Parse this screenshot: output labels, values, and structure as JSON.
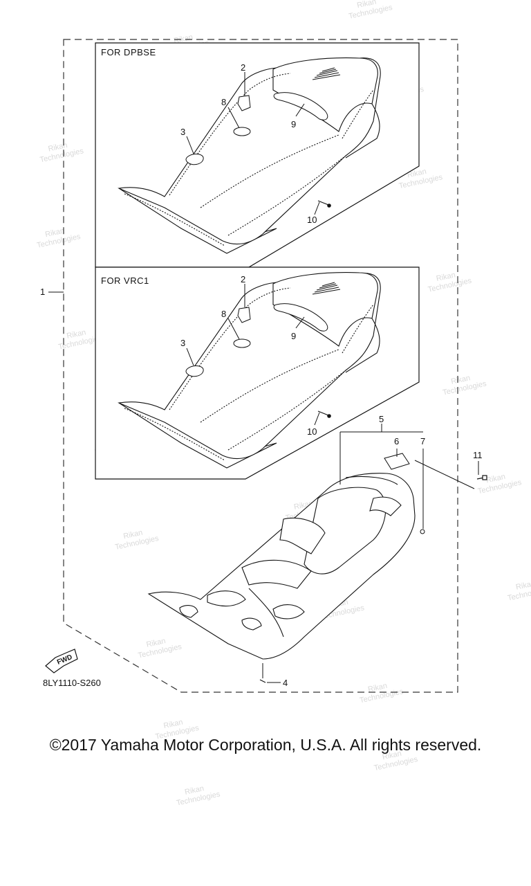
{
  "diagram": {
    "box_labels": {
      "upper": "FOR DPBSE",
      "lower": "FOR VRC1"
    },
    "callouts": {
      "assembly": "1",
      "upper_2": "2",
      "upper_8": "8",
      "upper_3": "3",
      "upper_9": "9",
      "upper_10": "10",
      "lower_2": "2",
      "lower_8": "8",
      "lower_3": "3",
      "lower_9": "9",
      "lower_10": "10",
      "base_5": "5",
      "base_6": "6",
      "base_7": "7",
      "base_11": "11",
      "base_4": "4"
    },
    "fwd_badge": "FWD",
    "diagram_code": "8LY1110-S260",
    "watermark_lines": [
      "Rikan",
      "Technologies"
    ]
  },
  "footer": {
    "copyright": "©2017 Yamaha Motor Corporation, U.S.A. All rights reserved."
  }
}
